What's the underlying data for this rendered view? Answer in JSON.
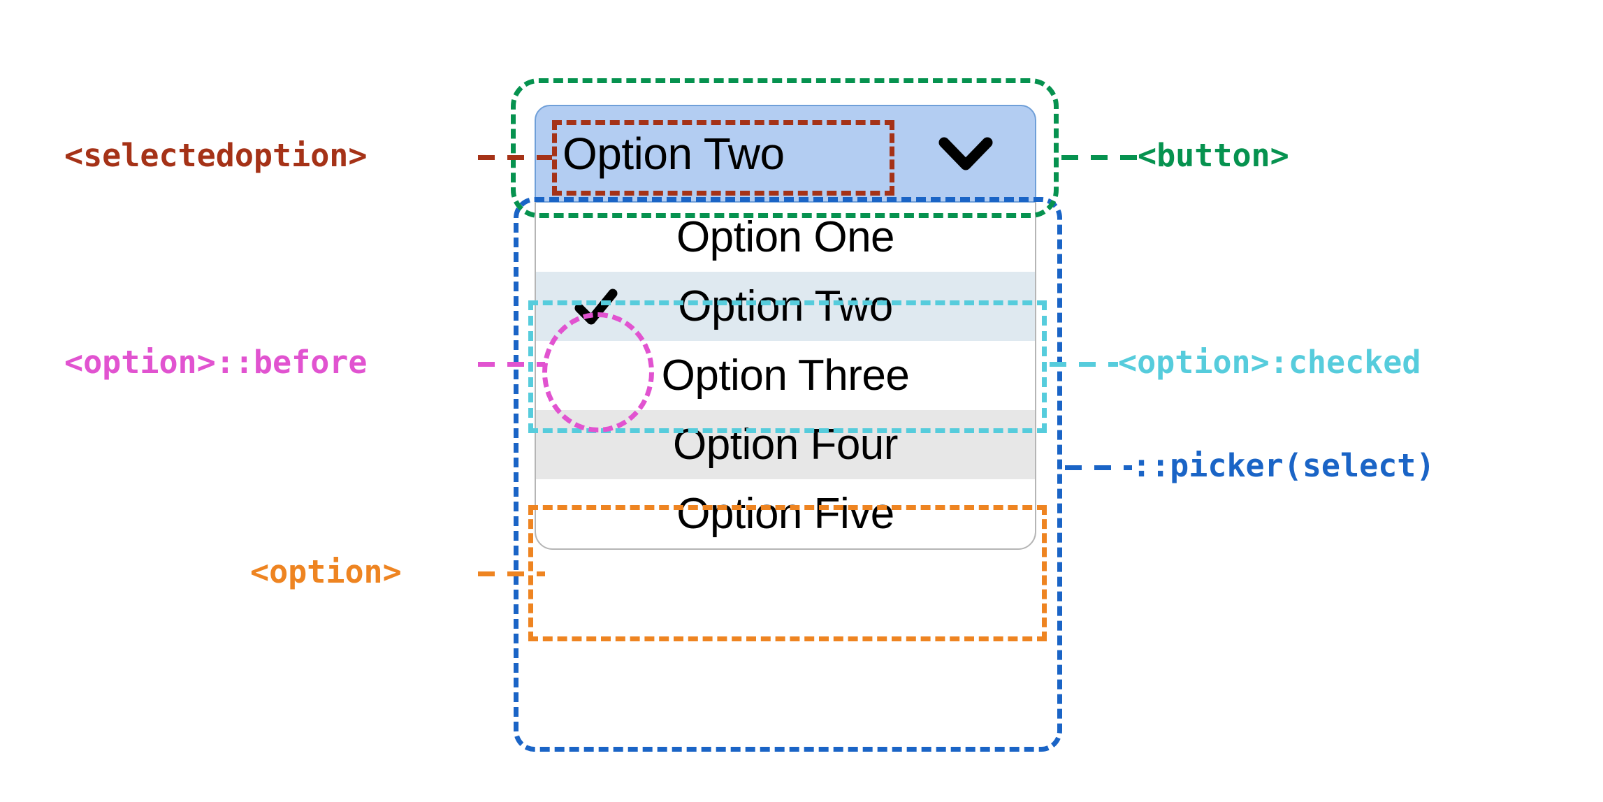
{
  "colors": {
    "selectedoption": "#a53217",
    "button": "#06924f",
    "option_before": "#e153d0",
    "option_checked": "#56ccdc",
    "picker_select": "#1a64c6",
    "option": "#ee8421",
    "button_fill": "#b3cdf2",
    "button_border": "#6f9fd8",
    "checked_row_fill": "#dfe9f0",
    "hovered_row_fill": "#e7e7e7",
    "listbox_border": "#b5b5b5",
    "text": "#000000",
    "background": "#ffffff"
  },
  "select": {
    "button": {
      "selected_value": "Option Two",
      "chevron_icon": "chevron-down-icon"
    },
    "listbox": {
      "options": [
        {
          "label": "Option One",
          "checked": false,
          "hovered": false,
          "check_icon": null
        },
        {
          "label": "Option Two",
          "checked": true,
          "hovered": false,
          "check_icon": "check-icon"
        },
        {
          "label": "Option Three",
          "checked": false,
          "hovered": false,
          "check_icon": null
        },
        {
          "label": "Option Four",
          "checked": false,
          "hovered": true,
          "check_icon": null
        },
        {
          "label": "Option Five",
          "checked": false,
          "hovered": false,
          "check_icon": null
        }
      ]
    }
  },
  "annotations": {
    "left": [
      {
        "id": "selectedoption",
        "text": "<selectedoption>"
      },
      {
        "id": "option-before",
        "text": "<option>::before"
      },
      {
        "id": "option",
        "text": "<option>"
      }
    ],
    "right": [
      {
        "id": "button",
        "text": "<button>"
      },
      {
        "id": "option-checked",
        "text": "<option>:checked"
      },
      {
        "id": "picker-select",
        "text": "::picker(select)"
      }
    ]
  }
}
